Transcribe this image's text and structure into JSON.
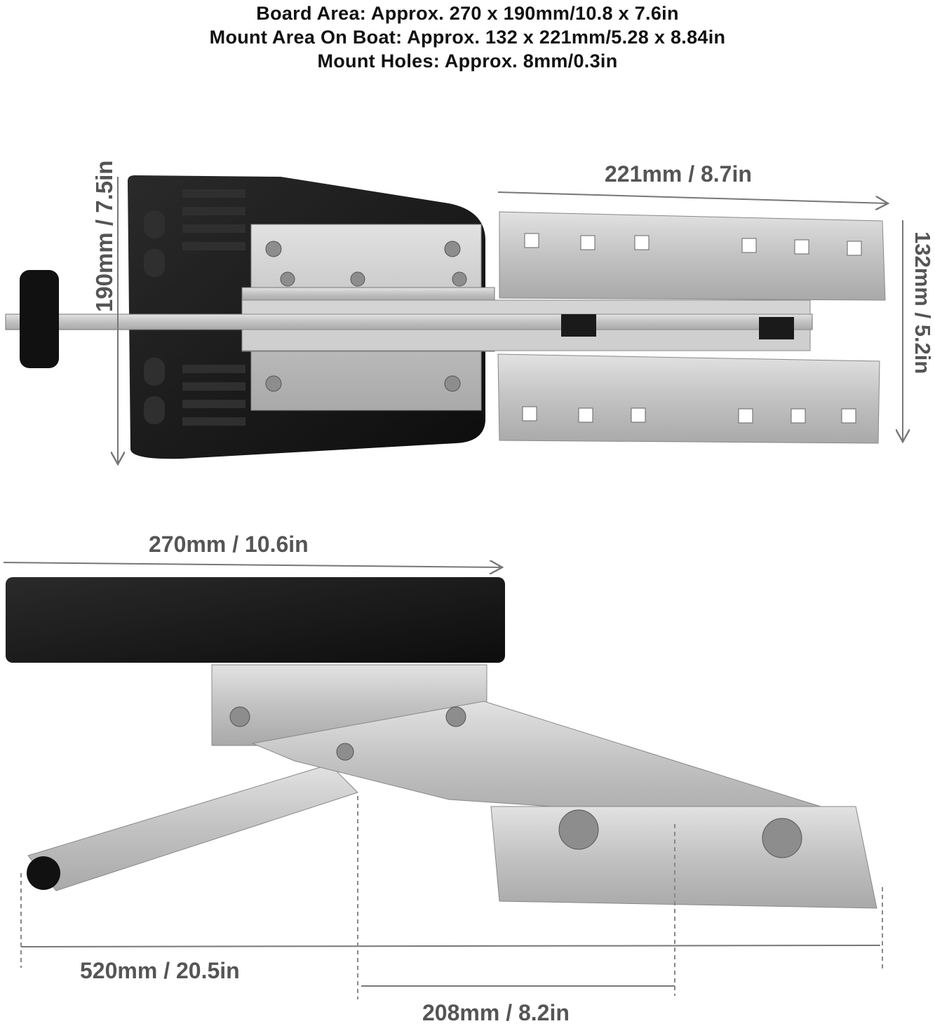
{
  "header": {
    "lines": [
      "Board Area: Approx. 270 x 190mm/10.8 x 7.6in",
      "Mount Area On Boat: Approx. 132 x 221mm/5.28 x 8.84in",
      "Mount Holes: Approx. 8mm/0.3in"
    ]
  },
  "top_view": {
    "height_label": "190mm / 7.5in",
    "mount_length_label": "221mm / 8.7in",
    "mount_width_label": "132mm / 5.2in"
  },
  "side_view": {
    "board_length_label": "270mm / 10.6in",
    "total_length_label": "520mm / 20.5in",
    "bracket_length_label": "208mm / 8.2in"
  },
  "colors": {
    "board": "#151515",
    "metal": "#c9c9c9",
    "metal_dark": "#9a9a9a",
    "dimension_text": "#555555",
    "dimension_line": "#777777"
  }
}
